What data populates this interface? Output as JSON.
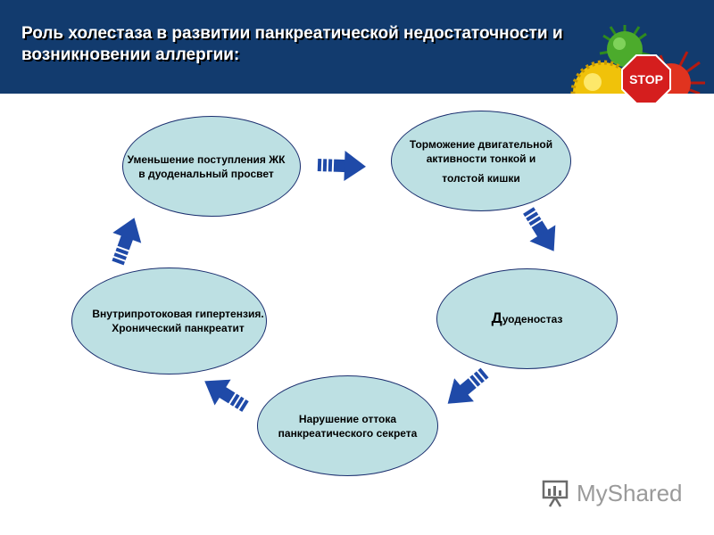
{
  "header": {
    "title": "Роль холестаза в развитии панкреатической недостаточности и возникновении аллергии:",
    "stop_sign": "STOP",
    "colors": {
      "background": "#123b6e",
      "text": "#ffffff"
    }
  },
  "cycle": {
    "nodes": [
      {
        "id": "reduced-bile-flow",
        "lines": [
          "Уменьшение поступления ЖК",
          "в дуоденальный просвет"
        ]
      },
      {
        "id": "motility-inhibition",
        "lines": [
          "Торможение двигательной",
          "активности тонкой и",
          "толстой кишки"
        ]
      },
      {
        "id": "duodenostasis",
        "initial": "Д",
        "rest": "уоденостаз"
      },
      {
        "id": "outflow-disorder",
        "lines": [
          "Нарушение оттока",
          "панкреатического секрета"
        ]
      },
      {
        "id": "hypertension",
        "lines": [
          "Внутрипротоковая гипертензия.",
          "Хронический панкреатит"
        ]
      }
    ],
    "arrows_direction": "clockwise",
    "colors": {
      "node_fill": "#bde0e3",
      "node_border": "#1a2e6e",
      "arrow": "#1f4aa8"
    }
  },
  "watermark": {
    "text": "MyShared"
  },
  "icons": [
    "stop-sign-icon",
    "virus-icon",
    "arrow-icon",
    "myshared-logo-icon"
  ]
}
